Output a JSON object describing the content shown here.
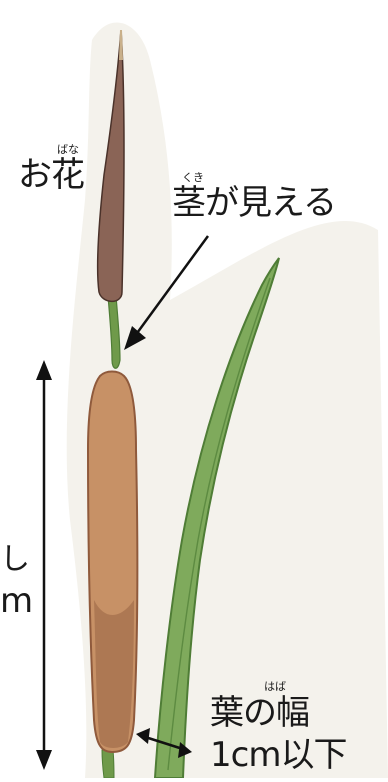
{
  "labels": {
    "male_flower": {
      "text": "お花",
      "ruby": "ばな"
    },
    "stem_visible": {
      "text": "茎が見える",
      "ruby": "くき"
    },
    "leaf_width_title": {
      "text": "葉の幅",
      "ruby": "はば"
    },
    "leaf_width_value": "1cm以下",
    "partial_left_1": "し",
    "partial_left_2": "m"
  },
  "colors": {
    "background_wash": "#f3f1ea",
    "male_spike": "#8a6456",
    "female_spike": "#c79166",
    "female_spike_dark": "#8f5a3c",
    "stem": "#6f9a4a",
    "leaf": "#7faa5c",
    "leaf_dark": "#4f7d36",
    "arrow": "#111111",
    "text": "#1a1a1a"
  }
}
